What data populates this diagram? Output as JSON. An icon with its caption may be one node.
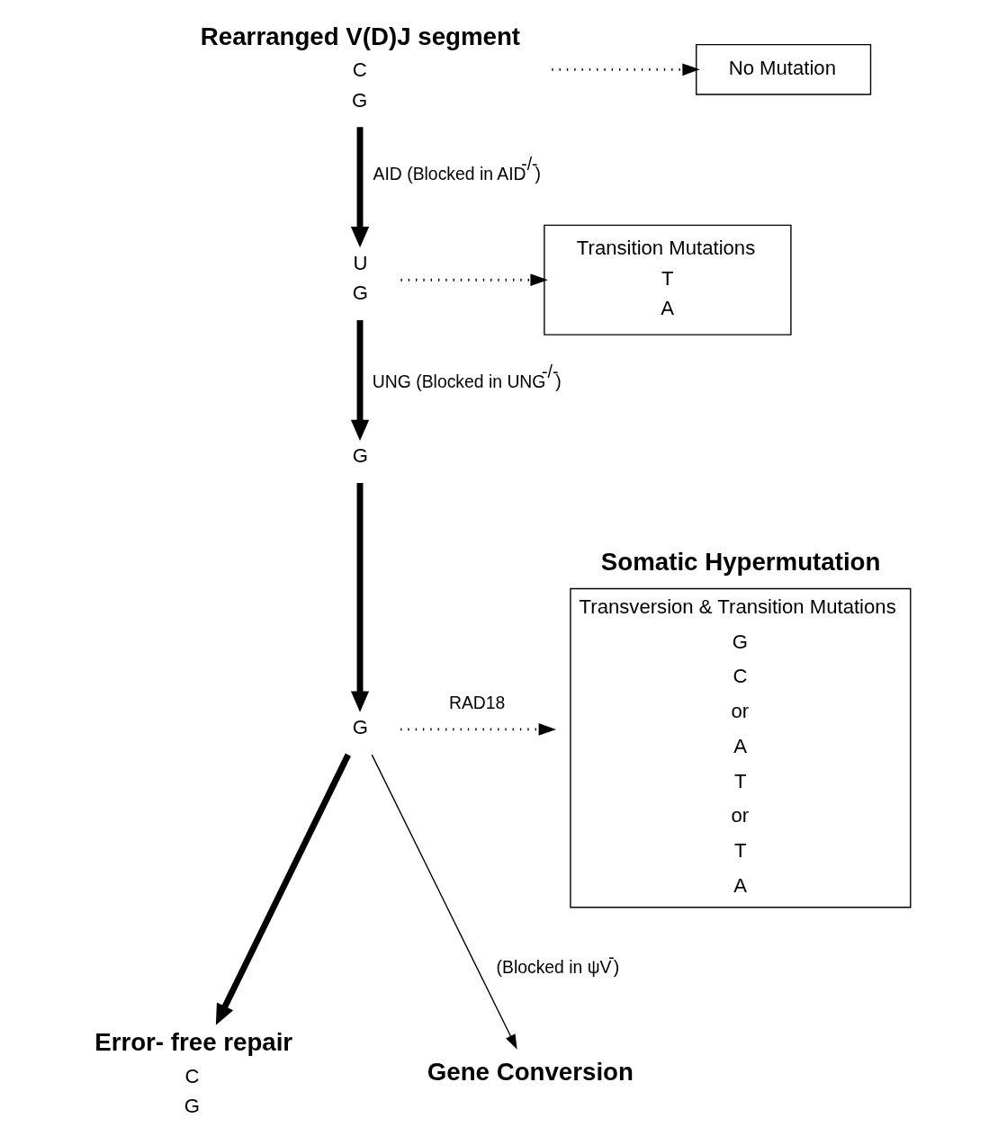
{
  "diagram": {
    "nodes": [
      {
        "text": [
          "Rearranged V(D)J segment",
          "C",
          "G"
        ]
      },
      {
        "text": [
          "No Mutation"
        ]
      },
      {
        "text": [
          "U",
          "G"
        ]
      },
      {
        "text": [
          "Transition Mutations",
          "T",
          "A"
        ]
      },
      {
        "text": [
          "G"
        ]
      },
      {
        "text": [
          "G"
        ]
      },
      {
        "text": [
          "Somatic Hypermutation",
          "Transversion & Transition Mutations",
          "G",
          "C",
          "or",
          "A",
          "T",
          "or",
          "T",
          "A"
        ]
      },
      {
        "text": [
          "Error- free repair",
          "C",
          "G"
        ]
      },
      {
        "text": [
          "Gene Conversion"
        ]
      }
    ],
    "edges": [
      {
        "from": 0,
        "to": 1,
        "arrow": "to",
        "style": "dashed"
      },
      {
        "from": 0,
        "to": 2,
        "arrow": "to",
        "style": "thick",
        "label": "AID (Blocked in AID$^{-/-}$)"
      },
      {
        "from": 2,
        "to": 3,
        "arrow": "to",
        "style": "dashed"
      },
      {
        "from": 2,
        "to": 4,
        "arrow": "to",
        "style": "thick",
        "label": "UNG (Blocked in UNG$^{-/-}$)"
      },
      {
        "from": 4,
        "to": 5,
        "arrow": "to",
        "style": "thick"
      },
      {
        "from": 5,
        "to": 6,
        "arrow": "to",
        "style": "dashed",
        "label": "RAD18"
      },
      {
        "from": 5,
        "to": 7,
        "arrow": "to",
        "style": "thick"
      },
      {
        "from": 5,
        "to": 8,
        "arrow": "to",
        "label": "(Blocked in ψV$^{-}$)"
      }
    ]
  }
}
